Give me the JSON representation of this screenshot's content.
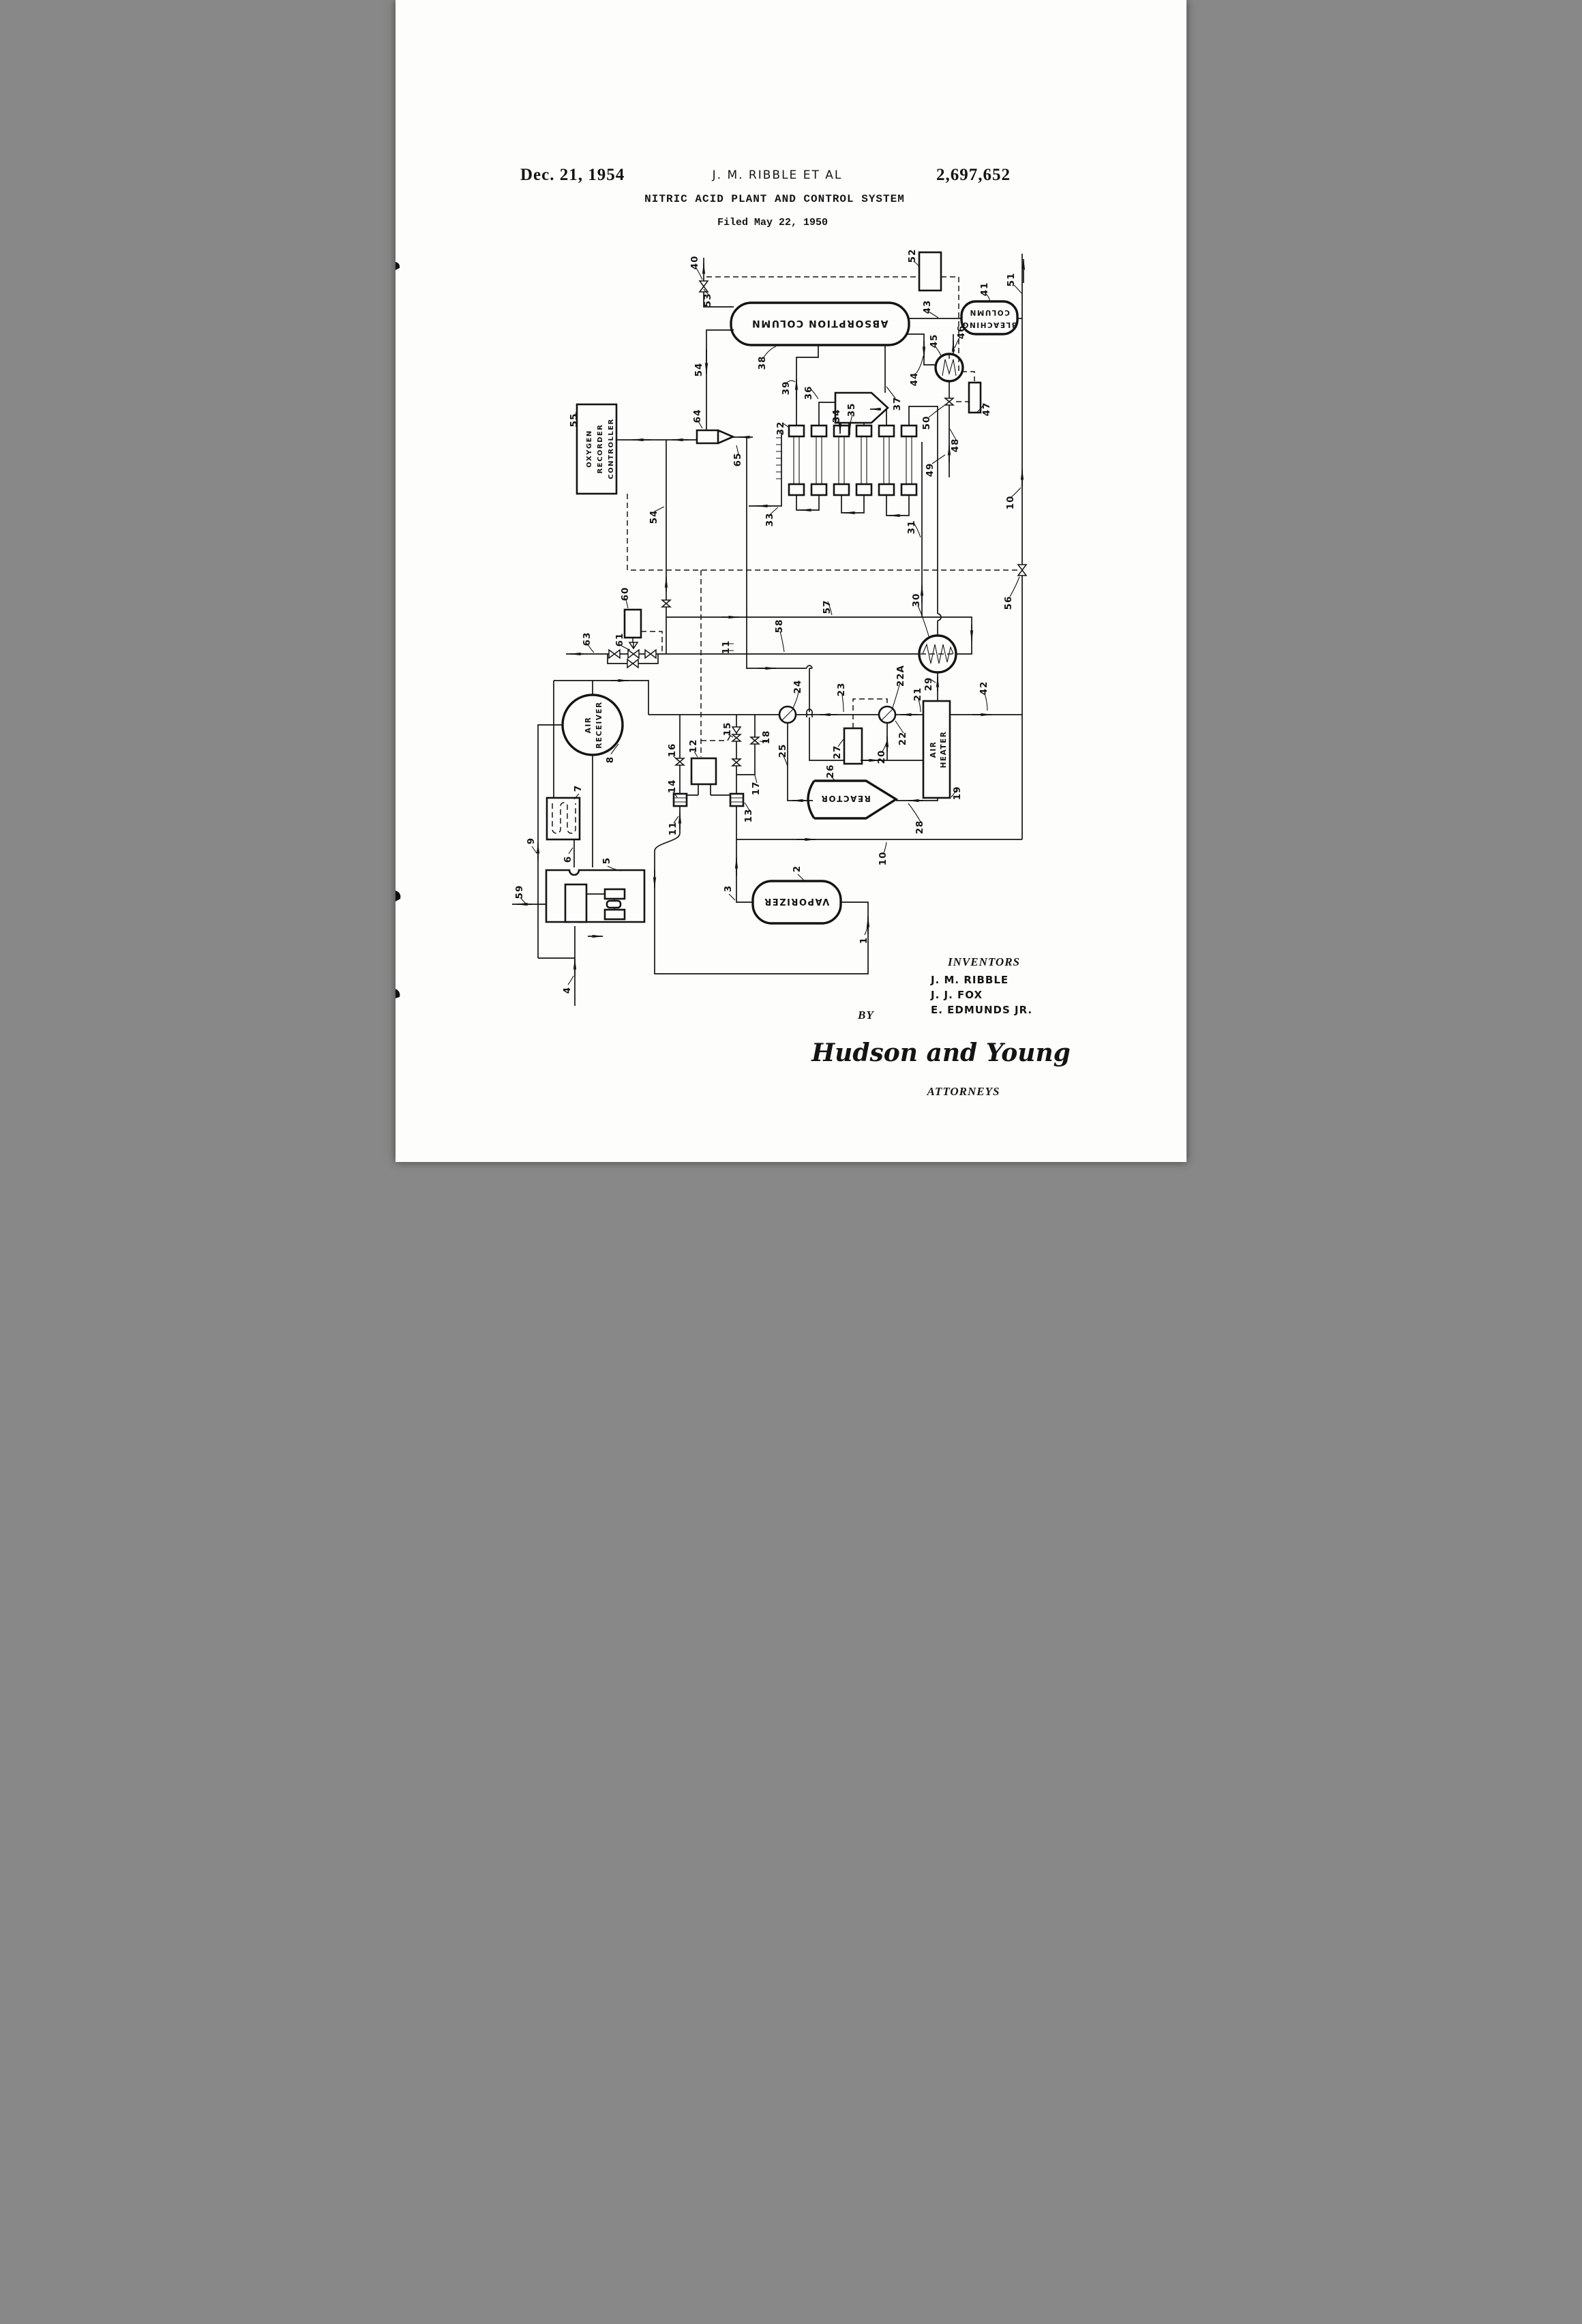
{
  "header": {
    "date": "Dec. 21, 1954",
    "inventor_line": "J. M. RIBBLE ET AL",
    "patent_number": "2,697,652",
    "title": "NITRIC ACID PLANT AND CONTROL SYSTEM",
    "filed": "Filed May 22, 1950"
  },
  "vessels": {
    "absorption_column": "ABSORPTION COLUMN",
    "bleaching_line1": "BLEACHING",
    "bleaching_line2": "COLUMN",
    "oxygen_line1": "OXYGEN",
    "oxygen_line2": "RECORDER",
    "oxygen_line3": "CONTROLLER",
    "air_receiver_line1": "AIR",
    "air_receiver_line2": "RECEIVER",
    "air_heater_line1": "AIR",
    "air_heater_line2": "HEATER",
    "reactor": "REACTOR",
    "vaporizer": "VAPORIZER"
  },
  "refs": {
    "r1": "1",
    "r2": "2",
    "r3": "3",
    "r4": "4",
    "r5": "5",
    "r6": "6",
    "r7": "7",
    "r8": "8",
    "r9": "9",
    "r10b": "10",
    "r10c": "10",
    "r11a": "11",
    "r11b": "11",
    "r12": "12",
    "r13": "13",
    "r14": "14",
    "r15": "15",
    "r16": "16",
    "r17": "17",
    "r18": "18",
    "r19": "19",
    "r20": "20",
    "r21": "21",
    "r22": "22",
    "r22A": "22A",
    "r23": "23",
    "r24": "24",
    "r25": "25",
    "r26": "26",
    "r27": "27",
    "r28": "28",
    "r29": "29",
    "r30": "30",
    "r31": "31",
    "r32": "32",
    "r33": "33",
    "r34": "34",
    "r35": "35",
    "r36": "36",
    "r37": "37",
    "r38": "38",
    "r39": "39",
    "r40": "40",
    "r41": "41",
    "r42": "42",
    "r43": "43",
    "r44": "44",
    "r45": "45",
    "r46": "46",
    "r47": "47",
    "r48": "48",
    "r49": "49",
    "r50": "50",
    "r51": "51",
    "r52": "52",
    "r53": "53",
    "r54a": "54",
    "r54b": "54",
    "r55": "55",
    "r56": "56",
    "r57": "57",
    "r58": "58",
    "r59": "59",
    "r60": "60",
    "r61": "61",
    "r63": "63",
    "r64": "64",
    "r65": "65"
  },
  "signature": {
    "inventors_heading": "INVENTORS",
    "inventor1": "J. M. RIBBLE",
    "inventor2": "J. J. FOX",
    "inventor3": "E. EDMUNDS JR.",
    "by": "BY",
    "signature_script": "Hudson and Young",
    "attorneys": "ATTORNEYS"
  }
}
